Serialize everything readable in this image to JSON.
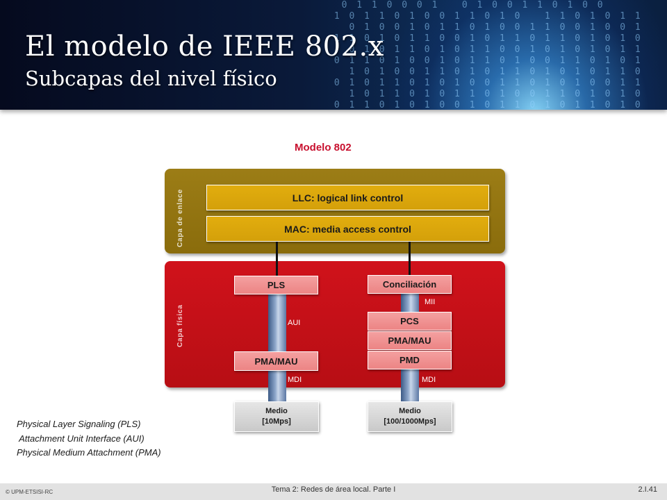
{
  "header": {
    "title": "El modelo de IEEE 802.x",
    "subtitle": "Subcapas del nivel físico"
  },
  "diagram": {
    "title": "Modelo 802",
    "layers": {
      "enlace_label": "Capa de enlace",
      "fisica_label": "Capa física"
    },
    "enlace": {
      "llc": "LLC: logical link control",
      "mac": "MAC: media access control"
    },
    "left_stack": {
      "pls": "PLS",
      "aui": "AUI",
      "pma_mau": "PMA/MAU",
      "mdi": "MDI",
      "medium_line1": "Medio",
      "medium_line2": "[10Mps]"
    },
    "right_stack": {
      "conciliacion": "Conciliación",
      "mii": "MII",
      "pcs": "PCS",
      "pma_mau": "PMA/MAU",
      "pmd": "PMD",
      "mdi": "MDI",
      "medium_line1": "Medio",
      "medium_line2": "[100/1000Mps]"
    },
    "colors": {
      "enlace_bg": "#8a6c0c",
      "fisica_bg": "#c8121a",
      "gold_bar": "#d9a50c",
      "pink_box": "#f09090",
      "title_red": "#c8102e"
    }
  },
  "legend": [
    "Physical Layer Signaling (PLS)",
    " Attachment Unit Interface (AUI)",
    "Physical Medium Attachment (PMA)"
  ],
  "footer": {
    "left": "© UPM-ETSISI-RC",
    "center": "Tema 2: Redes de área local. Parte I",
    "right": "2.I.41"
  }
}
